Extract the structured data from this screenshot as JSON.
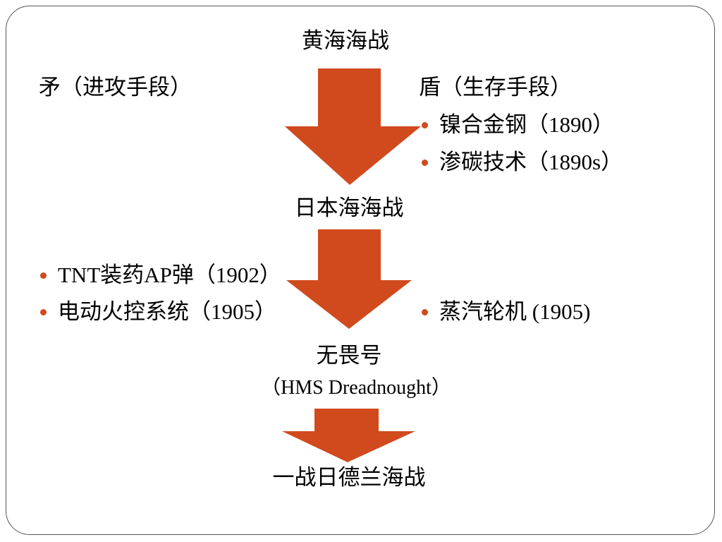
{
  "slide": {
    "nodes": {
      "battle1": "黄海海战",
      "battle2": "日本海海战",
      "ship_name": "无畏号",
      "ship_english": "（HMS Dreadnought）",
      "battle3": "一战日德兰海战"
    },
    "left_header": "矛（进攻手段）",
    "right_header": "盾（生存手段）",
    "right_items_1": [
      "镍合金钢（1890）",
      "渗碳技术（1890s）"
    ],
    "left_items_2": [
      "TNT装药AP弹（1902）",
      "电动火控系统（1905）"
    ],
    "right_items_2": [
      "蒸汽轮机 (1905)"
    ],
    "colors": {
      "arrow": "#d04a1e",
      "bullet": "#d04a1e",
      "border": "#555555"
    }
  }
}
